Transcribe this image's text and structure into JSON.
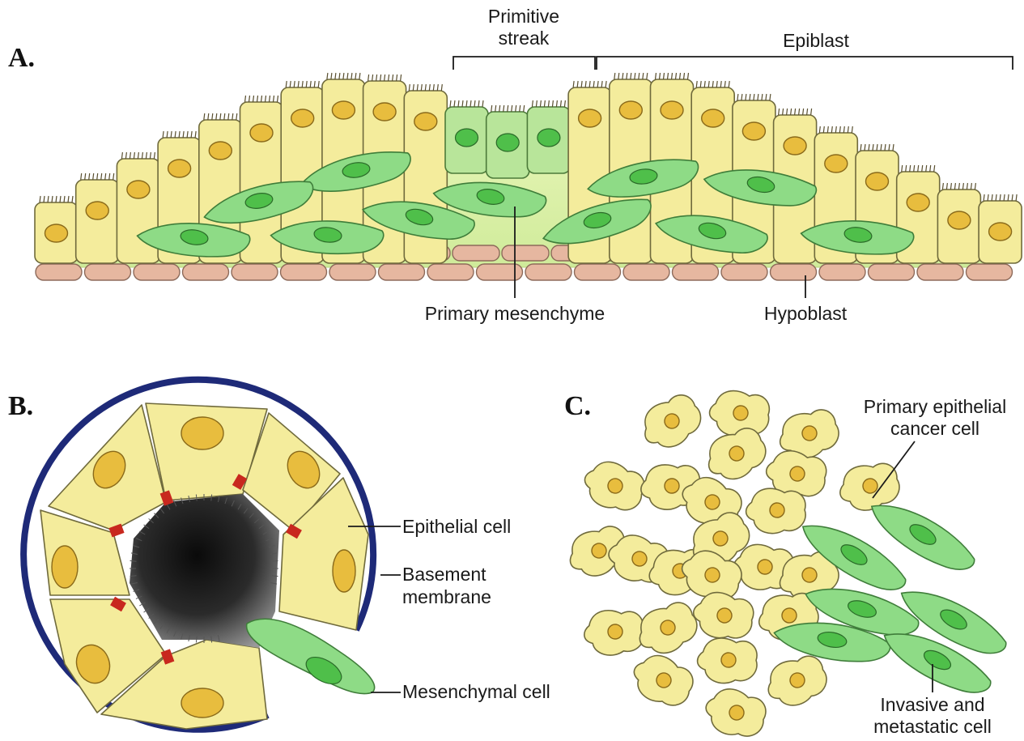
{
  "panels": {
    "a": {
      "letter": "A.",
      "labels": {
        "primitive_streak_line1": "Primitive",
        "primitive_streak_line2": "streak",
        "epiblast": "Epiblast",
        "primary_mesenchyme": "Primary mesenchyme",
        "hypoblast": "Hypoblast"
      }
    },
    "b": {
      "letter": "B.",
      "labels": {
        "epithelial_cell": "Epithelial cell",
        "basement_membrane_line1": "Basement",
        "basement_membrane_line2": "membrane",
        "mesenchymal_cell": "Mesenchymal cell"
      }
    },
    "c": {
      "letter": "C.",
      "labels": {
        "primary_cancer_line1": "Primary epithelial",
        "primary_cancer_line2": "cancer cell",
        "invasive_line1": "Invasive and",
        "invasive_line2": "metastatic cell"
      }
    }
  },
  "colors": {
    "epithelial_yellow": "#f4ec9c",
    "nucleus_yellow": "#e8bd3e",
    "mesenchymal_green": "#8edb86",
    "matrix_green": "#d9f0a8",
    "hypoblast_pink": "#e6b7a0",
    "basement_membrane_blue": "#1e2a78",
    "junction_red": "#c8281e"
  }
}
